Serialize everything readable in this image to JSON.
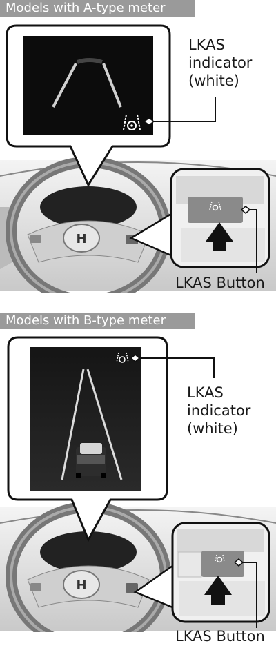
{
  "section_a": {
    "header": "Models with A-type meter",
    "indicator_label": [
      "LKAS",
      "indicator",
      "(white)"
    ],
    "button_label": "LKAS Button"
  },
  "section_b": {
    "header": "Models with B-type meter",
    "indicator_label": [
      "LKAS",
      "indicator",
      "(white)"
    ],
    "button_label": "LKAS Button"
  },
  "colors": {
    "header_bg": "#9a9a9a",
    "meter_bg": "#111111",
    "frame_stroke": "#111111"
  }
}
